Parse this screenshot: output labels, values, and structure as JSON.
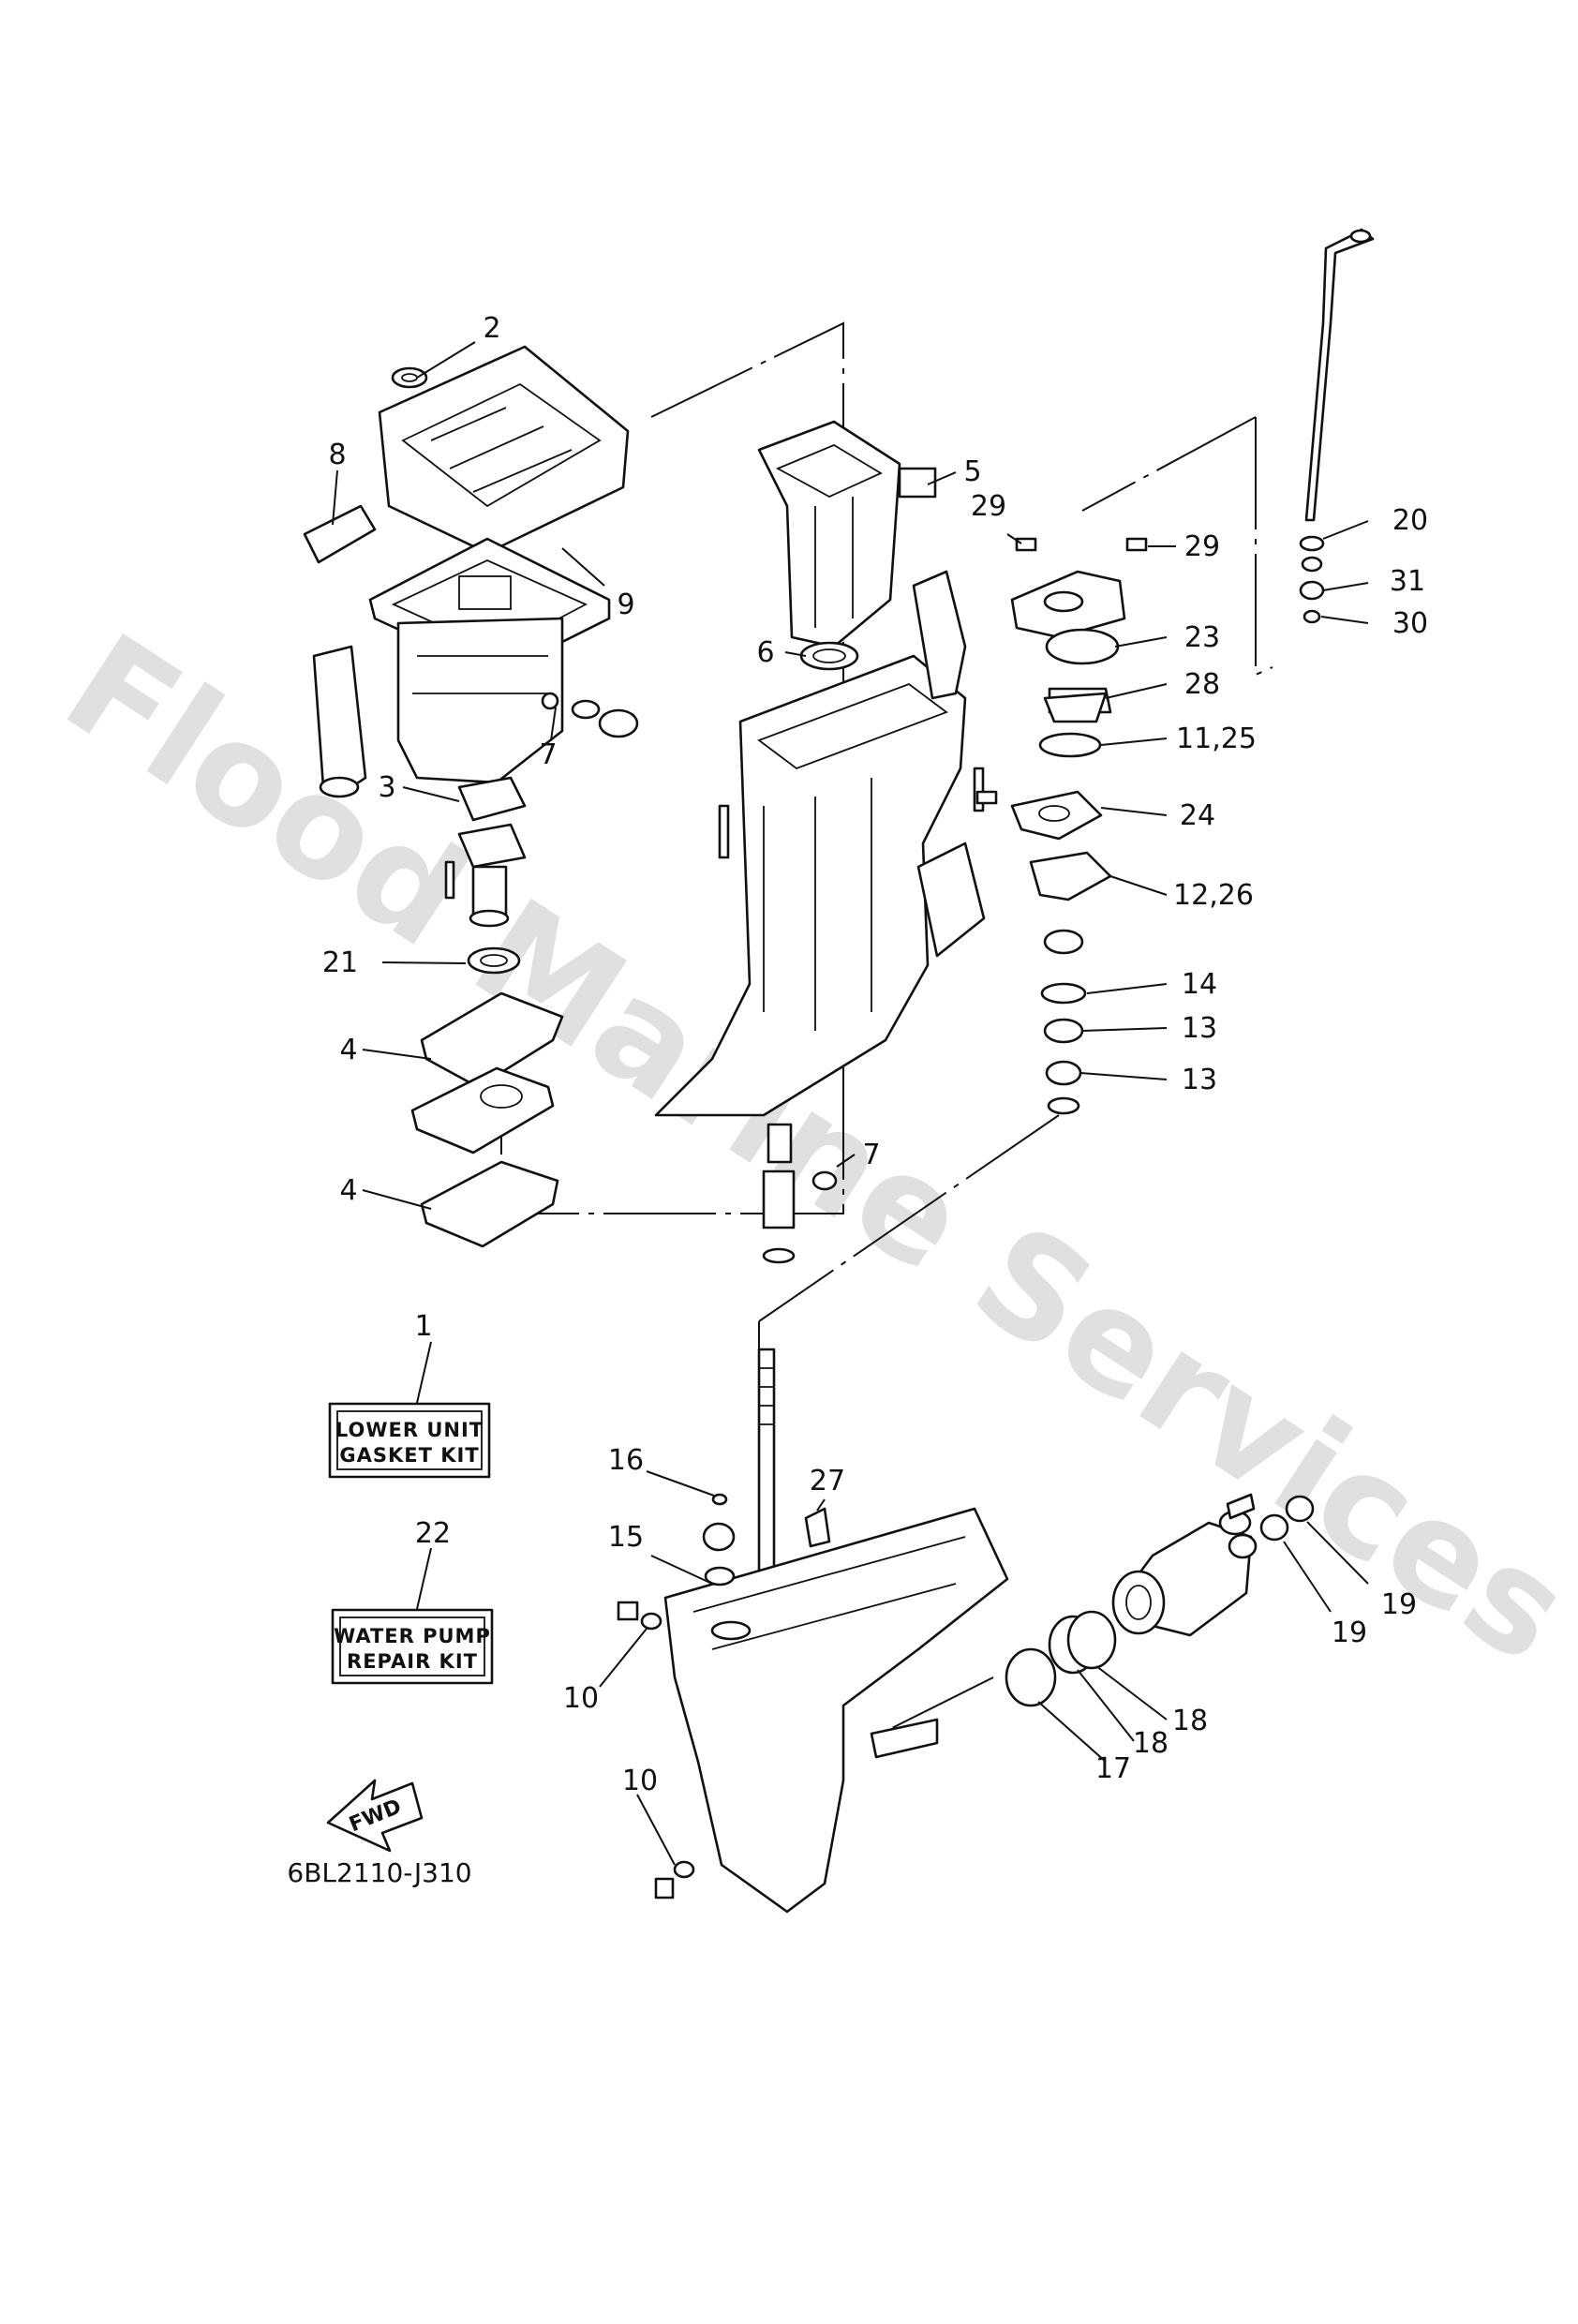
{
  "watermark": "Flood Marine Services",
  "diagram_code": "6BL2110-J310",
  "fwd_label": "FWD",
  "kits": {
    "gasket_kit": {
      "number": "1",
      "line1": "LOWER UNIT",
      "line2": "GASKET KIT"
    },
    "pump_kit": {
      "number": "22",
      "line1": "WATER PUMP",
      "line2": "REPAIR KIT"
    }
  },
  "callouts": [
    "2",
    "8",
    "9",
    "7",
    "3",
    "21",
    "4",
    "4",
    "5",
    "29",
    "29",
    "20",
    "31",
    "30",
    "6",
    "23",
    "28",
    "11,25",
    "24",
    "12,26",
    "14",
    "13",
    "13",
    "7",
    "16",
    "27",
    "15",
    "10",
    "10",
    "19",
    "19",
    "18",
    "18",
    "17"
  ]
}
